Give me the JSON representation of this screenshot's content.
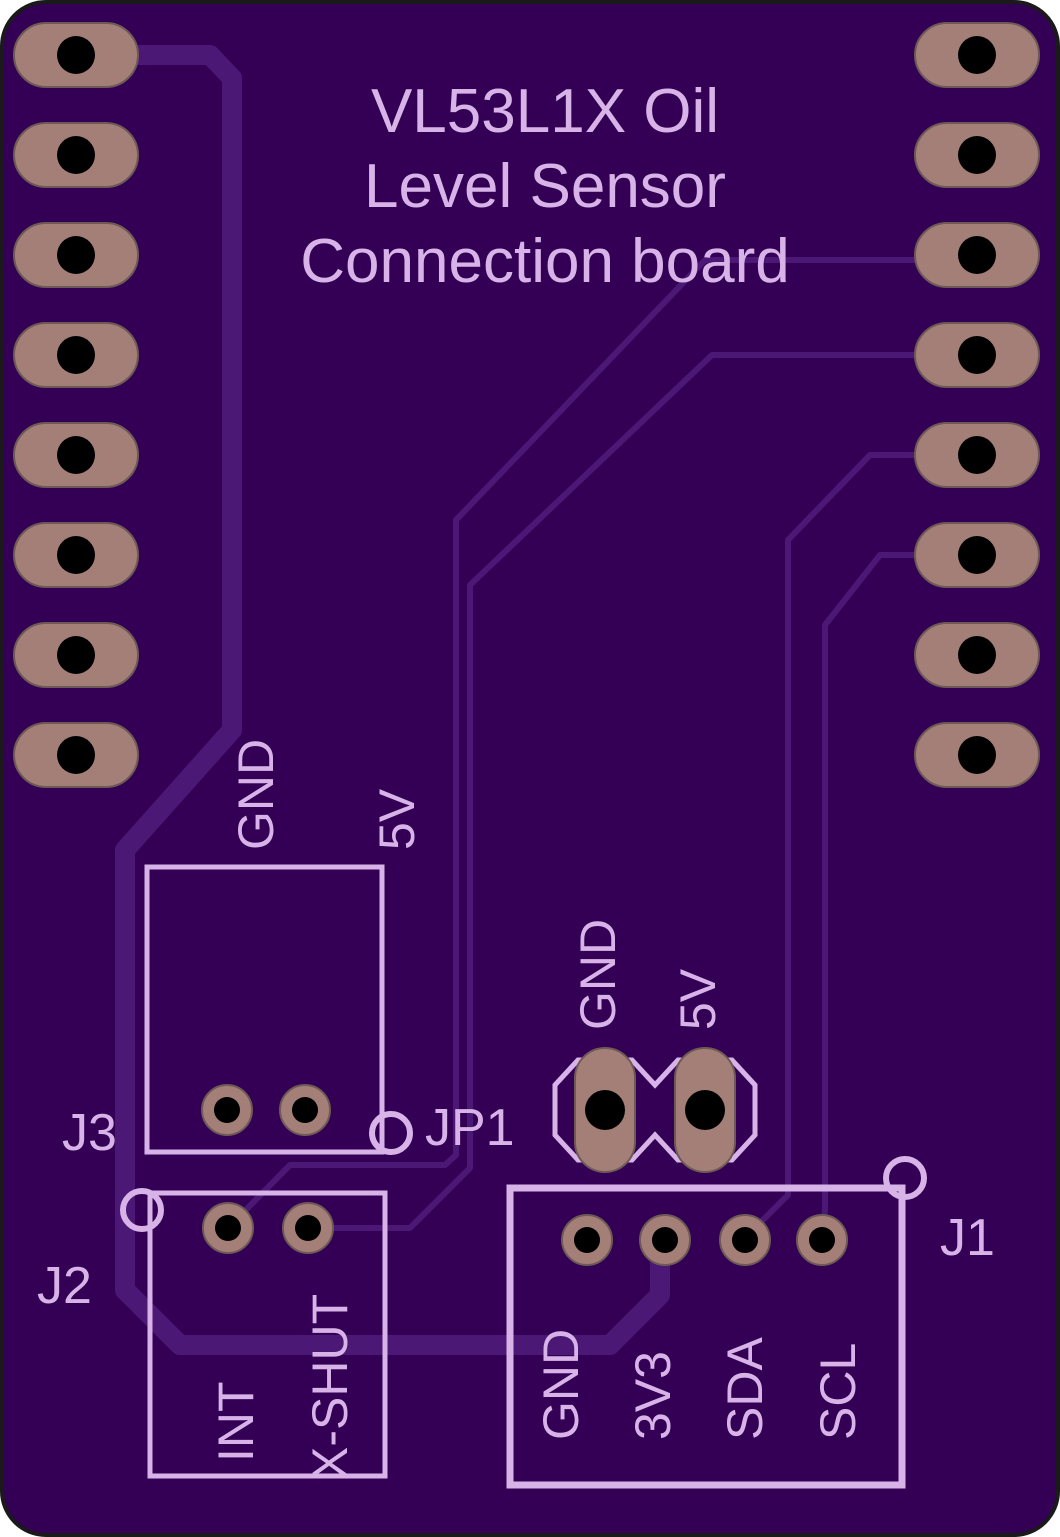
{
  "board": {
    "title_lines": [
      "VL53L1X Oil",
      "Level Sensor",
      "Connection board"
    ],
    "colors": {
      "substrate": "#330055",
      "outline": "#1a1a1a",
      "trace": "#4b1875",
      "copper_pad": "#a47f77",
      "pad_edge": "#6e5a55",
      "drill": "#000000",
      "silkscreen": "#d8b3e8"
    }
  },
  "components": {
    "j1": {
      "ref": "J1",
      "pins": [
        "GND",
        "3V3",
        "SDA",
        "SCL"
      ]
    },
    "j2": {
      "ref": "J2",
      "pins": [
        "INT",
        "X-SHUT"
      ]
    },
    "j3": {
      "ref": "J3",
      "pins": [
        "GND",
        "5V"
      ]
    },
    "jp1": {
      "ref": "JP1",
      "pins": [
        "GND",
        "5V"
      ]
    }
  },
  "headers": {
    "left_pin_count": 8,
    "right_pin_count": 8
  }
}
